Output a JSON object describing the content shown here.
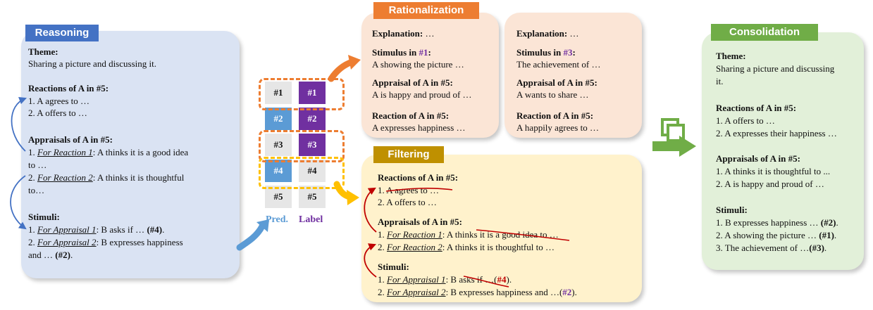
{
  "reasoning": {
    "tag": "Reasoning",
    "theme_label": "Theme:",
    "theme_text": "Sharing a picture and discussing it.",
    "reactions_label": "Reactions of A in #5:",
    "reaction1": "1. A agrees to …",
    "reaction2": "2. A offers to …",
    "appraisals_label": "Appraisals of A in #5:",
    "app1_prefix": "1. ",
    "app1_link": "For Reaction 1",
    "app1_rest": ": A thinks it is a good idea",
    "app1_cont": "to …",
    "app2_prefix": "2. ",
    "app2_link": "For Reaction 2",
    "app2_rest": ": A thinks it is thoughtful",
    "app2_cont": "to…",
    "stimuli_label": "Stimuli:",
    "stim1_prefix": "1. ",
    "stim1_link": "For Appraisal 1",
    "stim1_rest": ": B asks if … ",
    "stim1_ref": "(#4)",
    "stim1_end": ".",
    "stim2_prefix": "2. ",
    "stim2_link": "For Appraisal 2",
    "stim2_rest": ": B expresses happiness",
    "stim2_cont_a": "and … ",
    "stim2_ref": "(#2)",
    "stim2_end": "."
  },
  "grid": {
    "pred_label": "Pred.",
    "label_label": "Label",
    "pred": [
      "#1",
      "#2",
      "#3",
      "#4",
      "#5"
    ],
    "label": [
      "#1",
      "#2",
      "#3",
      "#4",
      "#5"
    ]
  },
  "rationalization": {
    "tag": "Rationalization",
    "left": {
      "explanation": "Explanation:",
      "explanation_val": " …",
      "stimulus_pre": "Stimulus in ",
      "stimulus_ref": "#1",
      "stimulus_post": ":",
      "stimulus_text": "A showing the picture …",
      "appraisal_label": "Appraisal of A in #5:",
      "appraisal_text": "A is happy and proud of …",
      "reaction_label": "Reaction of A in #5:",
      "reaction_text": "A expresses happiness …"
    },
    "right": {
      "explanation": "Explanation:",
      "explanation_val": " …",
      "stimulus_pre": "Stimulus in ",
      "stimulus_ref": "#3",
      "stimulus_post": ":",
      "stimulus_text": "The achievement of …",
      "appraisal_label": "Appraisal of A in #5:",
      "appraisal_text": "A wants to share …",
      "reaction_label": "Reaction of A in #5:",
      "reaction_text": "A happily agrees to …"
    }
  },
  "filtering": {
    "tag": "Filtering",
    "reactions_label": "Reactions of A in #5:",
    "reaction1": "1. A agrees to …",
    "reaction2": "2. A offers to …",
    "appraisals_label": "Appraisals of A in #5:",
    "app1_prefix": "1. ",
    "app1_link": "For Reaction 1",
    "app1_rest": ": A thinks it is a good idea to …",
    "app2_prefix": "2. ",
    "app2_link": "For Reaction 2",
    "app2_rest": ": A thinks it is thoughtful to …",
    "stimuli_label": "Stimuli:",
    "stim1_prefix": "1. ",
    "stim1_link": "For Appraisal 1",
    "stim1_rest": ": B asks if …(",
    "stim1_ref": "#4",
    "stim1_end": ").",
    "stim2_prefix": "2. ",
    "stim2_link": "For Appraisal 2",
    "stim2_rest": ": B expresses happiness and …(",
    "stim2_ref": "#2",
    "stim2_end": ")."
  },
  "consolidation": {
    "tag": "Consolidation",
    "theme_label": "Theme:",
    "theme_line1": "Sharing a picture and discussing",
    "theme_line2": "it.",
    "reactions_label": "Reactions of A in #5:",
    "reaction1": "1. A offers to …",
    "reaction2": "2. A expresses their happiness …",
    "appraisals_label": "Appraisals of A in #5:",
    "app1": "1. A thinks it is thoughtful to ...",
    "app2": "2. A is happy and proud of …",
    "stimuli_label": "Stimuli:",
    "stim1_text": "1. B expresses happiness … ",
    "stim1_ref": "(#2)",
    "stim1_end": ".",
    "stim2_text": "2. A showing the picture … ",
    "stim2_ref": "(#1)",
    "stim2_end": ".",
    "stim3_text": "3. The achievement of  …",
    "stim3_ref": "(#3)",
    "stim3_end": "."
  },
  "colors": {
    "reasoning_bg": "#dae3f3",
    "reasoning_tag": "#4472c4",
    "rational_bg": "#fbe5d6",
    "rational_tag": "#ed7d31",
    "filter_bg": "#fff2cc",
    "filter_tag": "#bf9000",
    "consol_bg": "#e2f0d9",
    "consol_tag": "#70ad47",
    "blue": "#5b9bd5",
    "purple": "#7030a0",
    "red": "#c00000"
  },
  "icons": [
    "copy-icon",
    "arrow-right-icon",
    "curved-arrow-icon"
  ]
}
